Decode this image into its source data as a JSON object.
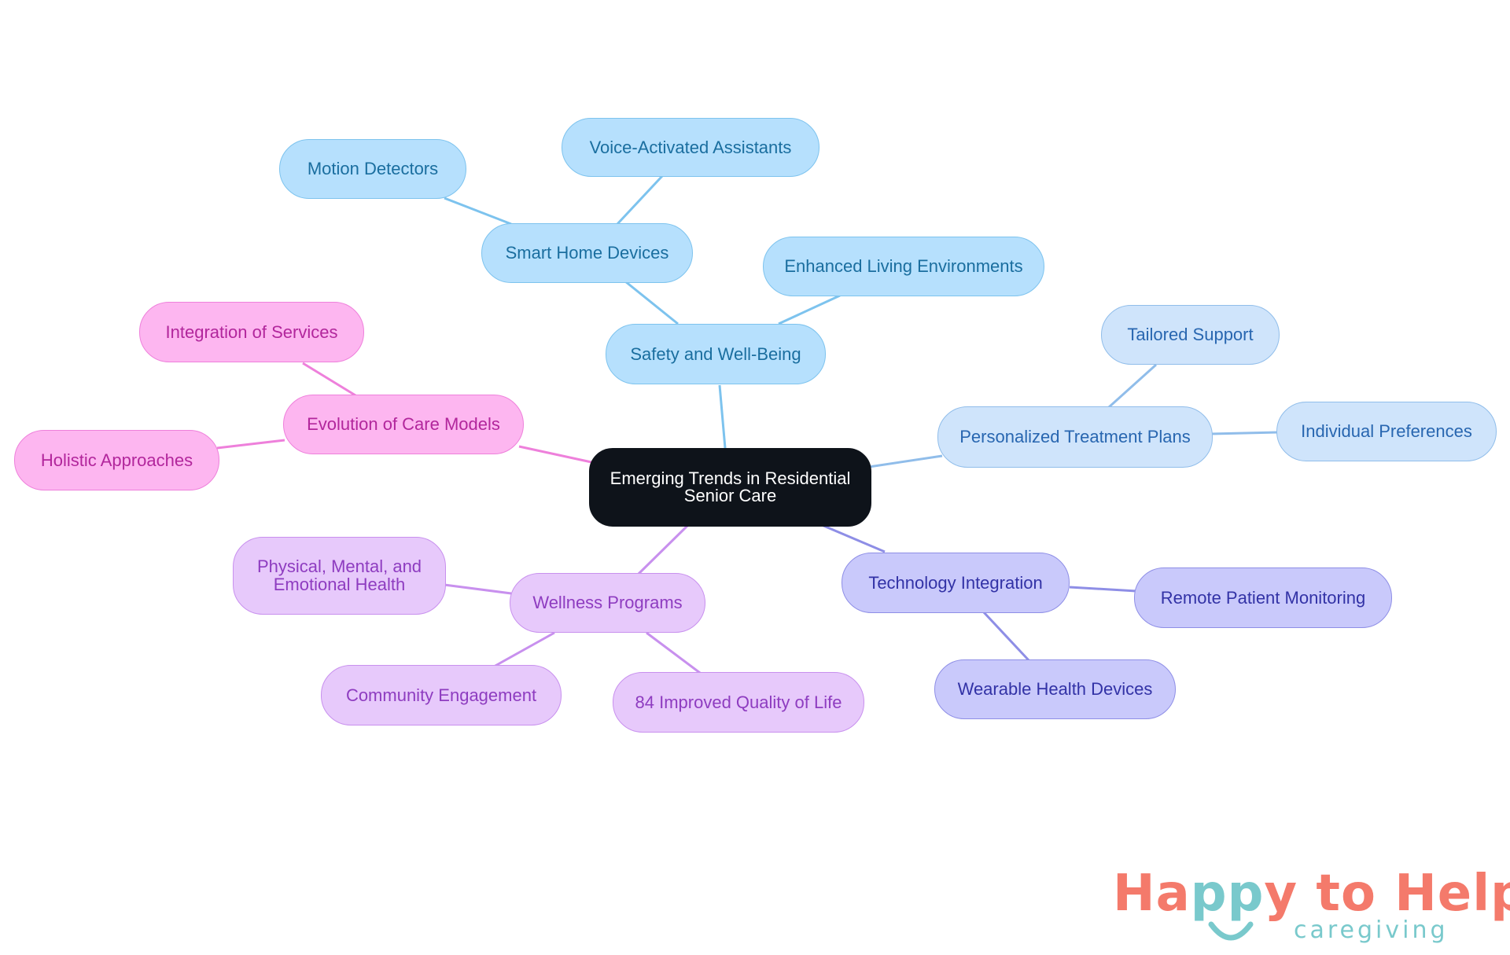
{
  "mindmap": {
    "root": "Emerging Trends in Residential Senior Care",
    "nodes": {
      "safety_and_well_being": "Safety and Well-Being",
      "smart_home_devices": "Smart Home Devices",
      "motion_detectors": "Motion Detectors",
      "voice_activated_assistants": "Voice-Activated Assistants",
      "enhanced_living_environments": "Enhanced Living Environments",
      "personalized_treatment_plans": "Personalized Treatment Plans",
      "tailored_support": "Tailored Support",
      "individual_preferences": "Individual Preferences",
      "technology_integration": "Technology Integration",
      "remote_patient_monitoring": "Remote Patient Monitoring",
      "wearable_health_devices": "Wearable Health Devices",
      "wellness_programs": "Wellness Programs",
      "physical_mental_emotional_health": "Physical, Mental, and Emotional Health",
      "community_engagement": "Community Engagement",
      "improved_quality_of_life": "84 Improved Quality of Life",
      "evolution_of_care_models": "Evolution of Care Models",
      "integration_of_services": "Integration of Services",
      "holistic_approaches": "Holistic Approaches"
    },
    "branch_colors": {
      "root": "#0e131a",
      "safety": "#7dc3ee",
      "personalized": "#90bdea",
      "technology": "#8e8ee6",
      "wellness": "#c890ee",
      "care_models": "#ee80db"
    }
  },
  "logo": {
    "part1": "Ha",
    "part2": "pp",
    "part3": "y to Help",
    "subtitle": "caregiving",
    "primary_color": "#f47a6b",
    "accent_color": "#79c9cc"
  }
}
